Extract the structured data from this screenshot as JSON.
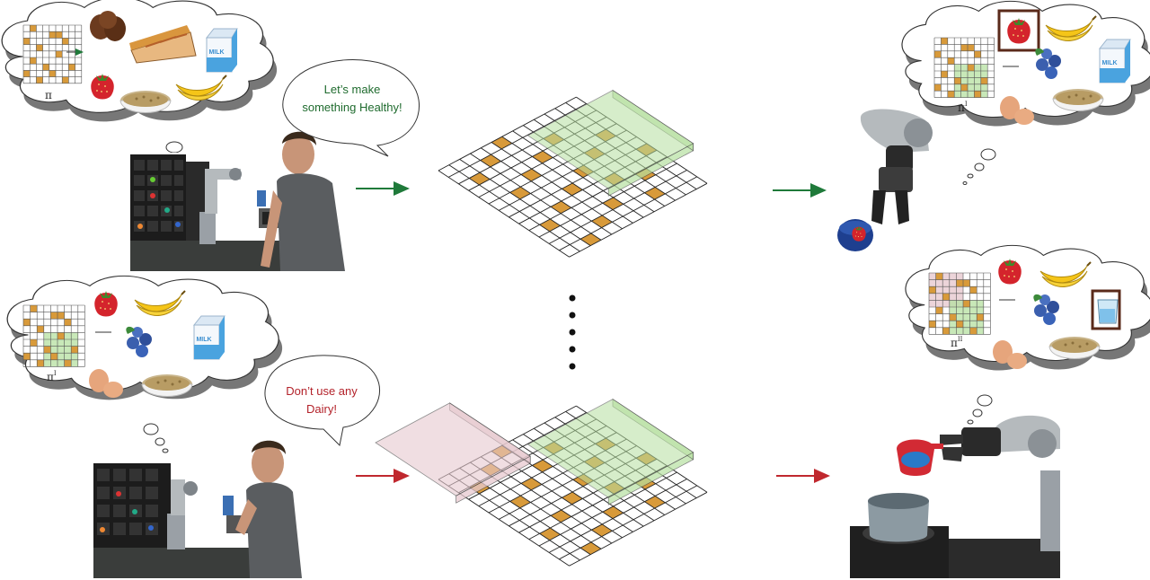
{
  "speech": {
    "top": [
      "Let’s make",
      "something Healthy!"
    ],
    "bottom": [
      "Don’t use any",
      "Dairy!"
    ]
  },
  "policy_labels": {
    "top_human": "π",
    "top_robot": "π",
    "top_robot_sup": "I",
    "bottom_human": "π",
    "bottom_human_sup": "I",
    "bottom_robot": "π",
    "bottom_robot_sup": "II"
  },
  "milk_label": "MILK",
  "colors": {
    "top_arrow": "#1f7a3a",
    "bottom_arrow": "#c0282e",
    "top_speech_text": "#1f6b2e",
    "bottom_speech_text": "#b3222a",
    "grid_cell": "#d89a3a",
    "green_overlay": "#b6e0a0",
    "pink_overlay": "#e7c9cf"
  },
  "icons": [
    "cookie-icon",
    "pie-icon",
    "milk-carton-icon",
    "strawberry-icon",
    "oatmeal-bowl-icon",
    "banana-icon",
    "blueberry-icon",
    "egg-icon",
    "water-pitcher-icon",
    "robot-arm-icon",
    "person-icon",
    "kitchen-shelf-icon",
    "stove-pot-icon"
  ]
}
